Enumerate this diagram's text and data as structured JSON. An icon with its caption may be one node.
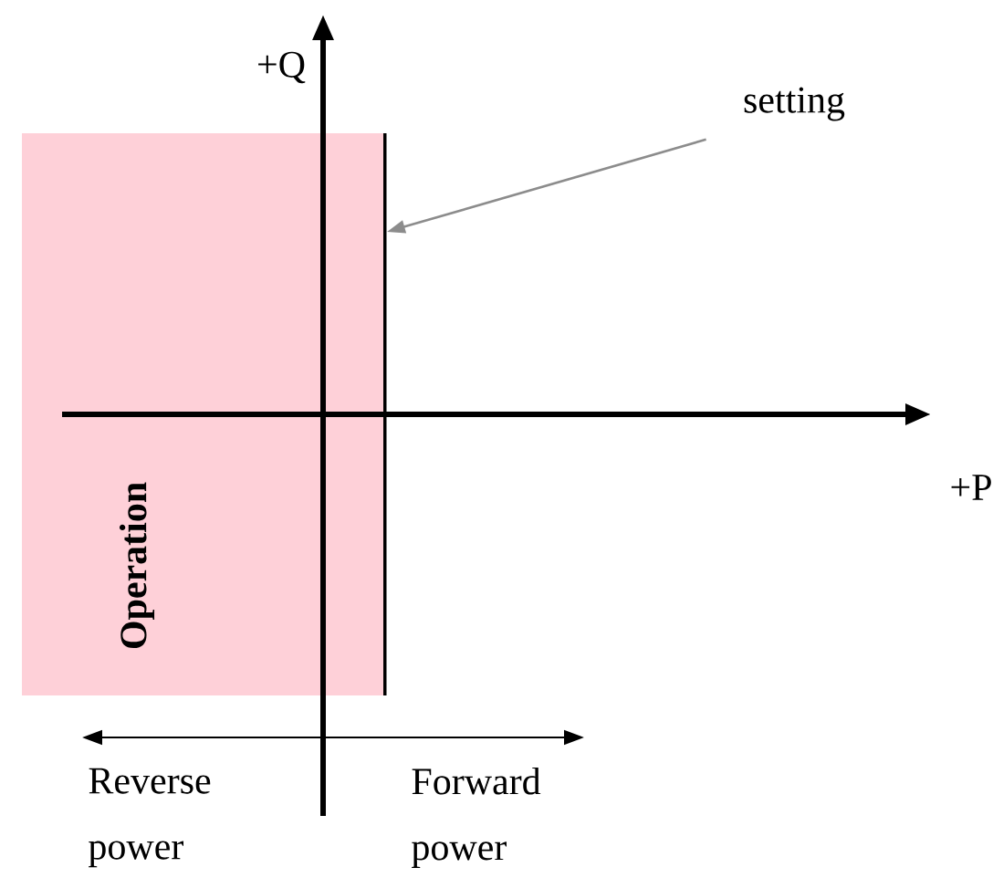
{
  "diagram": {
    "nodes": [
      {
        "text": [
          "setting"
        ]
      },
      {
        "text": [],
        "shape": "bar"
      },
      {
        "text": [
          "Operation"
        ]
      }
    ],
    "edges": [
      {
        "from": 0,
        "to": 1,
        "arrow": "to",
        "color": "#8c8c8c"
      }
    ],
    "labels": [
      "+Q",
      "+P",
      "Reverse power",
      "Forward power"
    ]
  }
}
